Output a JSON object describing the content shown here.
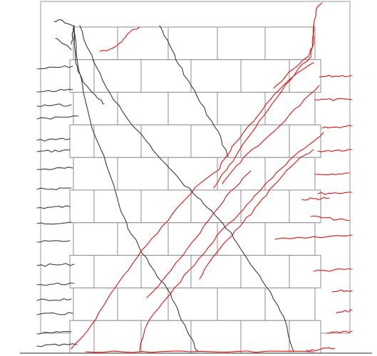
{
  "figure": {
    "colors": {
      "background": "#ffffff",
      "brick_outline": "#8c8c8c",
      "frame_outline": "#9a9a9a",
      "crack_dark": "#3a3a3a",
      "crack_red": "#e0120d",
      "base_line": "#555555"
    },
    "wall": {
      "courses": 10,
      "pattern": "running-bond",
      "course_types": [
        "A",
        "B",
        "A",
        "B",
        "A",
        "B",
        "A",
        "B",
        "A",
        "B"
      ]
    },
    "crack_groups": [
      {
        "name": "left-edge-dark-cracks",
        "color_key": "crack_dark",
        "count": 17
      },
      {
        "name": "right-edge-red-cracks",
        "color_key": "crack_red",
        "count": 14
      },
      {
        "name": "diagonal-dark-cracks",
        "color_key": "crack_dark",
        "count": 5
      },
      {
        "name": "diagonal-red-cracks",
        "color_key": "crack_red",
        "count": 9
      }
    ]
  }
}
